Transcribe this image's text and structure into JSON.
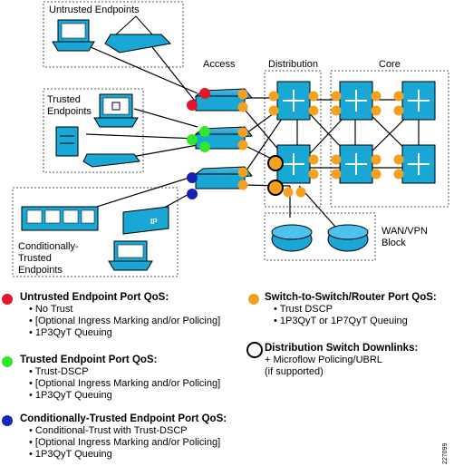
{
  "groups": {
    "untrusted": "Untrusted Endpoints",
    "trusted": [
      "Trusted",
      "Endpoints"
    ],
    "conditional": [
      "Conditionally-",
      "Trusted",
      "Endpoints"
    ]
  },
  "layers": {
    "access": "Access",
    "distribution": "Distribution",
    "core": "Core"
  },
  "wan": [
    "WAN/VPN",
    "Block"
  ],
  "phone_label": "IP",
  "colors": {
    "untrusted": "#e8142a",
    "trusted": "#2ee82a",
    "conditional": "#1522b3",
    "switch": "#f5a01e",
    "device": "#19a7d6"
  },
  "legend": {
    "untrusted": {
      "heading": "Untrusted Endpoint Port QoS:",
      "items": [
        "• No Trust",
        "• [Optional Ingress Marking and/or Policing]",
        "• 1P3QyT Queuing"
      ]
    },
    "trusted": {
      "heading": "Trusted Endpoint Port QoS:",
      "items": [
        "• Trust-DSCP",
        "• [Optional Ingress Marking and/or Policing]",
        "• 1P3QyT Queuing"
      ]
    },
    "conditional": {
      "heading": "Conditionally-Trusted Endpoint Port QoS:",
      "items": [
        "• Conditional-Trust with Trust-DSCP",
        "• [Optional Ingress Marking and/or Policing]",
        "• 1P3QyT Queuing"
      ]
    },
    "switch": {
      "heading": "Switch-to-Switch/Router Port QoS:",
      "items": [
        "• Trust DSCP",
        "• 1P3QyT or 1P7QyT Queuing"
      ]
    },
    "downlinks": {
      "heading": "Distribution Switch Downlinks:",
      "items": [
        "+ Microflow Policing/UBRL",
        "(if supported)"
      ]
    }
  },
  "figure_id": "227099"
}
